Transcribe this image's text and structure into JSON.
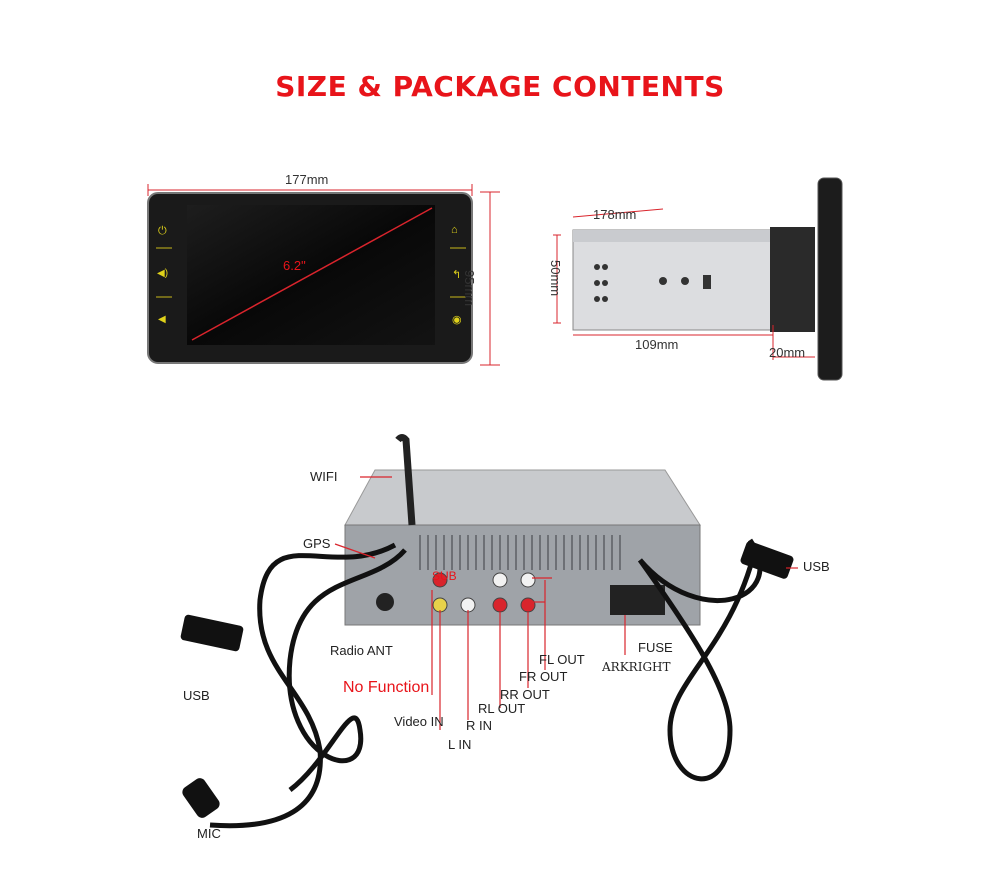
{
  "header": {
    "title": "SIZE & PACKAGE CONTENTS"
  },
  "colors": {
    "title": "#e8141a",
    "accent": "#e8141a",
    "icon": "#e0d21a",
    "dim_line": "#d9242c"
  },
  "front_view": {
    "width_label": "177mm",
    "height_label": "95mm",
    "diagonal_label": "6.2\"",
    "left_icons": [
      "power-icon",
      "volume-up-icon",
      "volume-down-icon"
    ],
    "right_icons": [
      "home-icon",
      "back-icon",
      "navigation-icon"
    ]
  },
  "side_view": {
    "depth_label": "178mm",
    "height_label": "50mm",
    "body_label": "109mm",
    "front_label": "20mm"
  },
  "rear_view": {
    "labels": {
      "wifi": "WIFI",
      "gps": "GPS",
      "radio_ant": "Radio ANT",
      "usb_left": "USB",
      "usb_right": "USB",
      "mic": "MIC",
      "no_function": "No Function",
      "sub": "SUB",
      "video_in": "Video IN",
      "l_in": "L IN",
      "r_in": "R IN",
      "rl_out": "RL OUT",
      "rr_out": "RR OUT",
      "fr_out": "FR OUT",
      "fl_out": "FL OUT",
      "fuse": "FUSE",
      "watermark": "ARKRIGHT"
    }
  }
}
